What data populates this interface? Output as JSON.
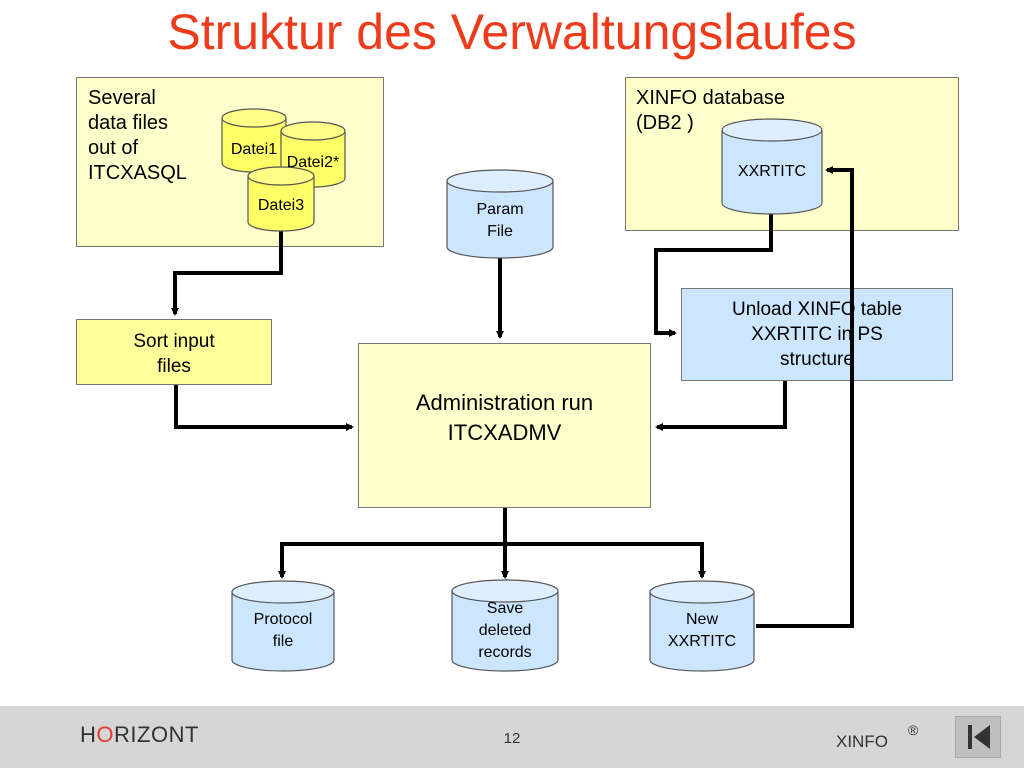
{
  "title": "Struktur des Verwaltungslaufes",
  "boxes": {
    "several_files": "Several\ndata files\nout of\nITCXASQL",
    "xinfo_database": "XINFO database\n(DB2 )",
    "sort_input": "Sort input\nfiles",
    "unload": "Unload XINFO table\nXXRTITC in PS\nstructure",
    "admin_run": "Administration run\nITCXADMV"
  },
  "cylinders": {
    "datei1": "Datei1",
    "datei2": "Datei2*",
    "datei3": "Datei3",
    "xxrtitc": "XXRTITC",
    "param_file": "Param\nFile",
    "protocol_file": "Protocol\nfile",
    "save_deleted": "Save\ndeleted\nrecords",
    "new_xxrtitc": "New\nXXRTITC"
  },
  "footer": {
    "brand_h": "H",
    "brand_o": "O",
    "brand_rest": "RIZONT",
    "page_number": "12",
    "product": "XINFO",
    "registered": "®"
  },
  "colors": {
    "title": "#ee3b1c",
    "yellow_fill": "#ffffcc",
    "cylinder_yellow": "#ffff66",
    "blue_fill": "#cce6ff",
    "footer_bg": "#d6d6d6"
  },
  "icons": {
    "nav": "skip-back-icon"
  }
}
